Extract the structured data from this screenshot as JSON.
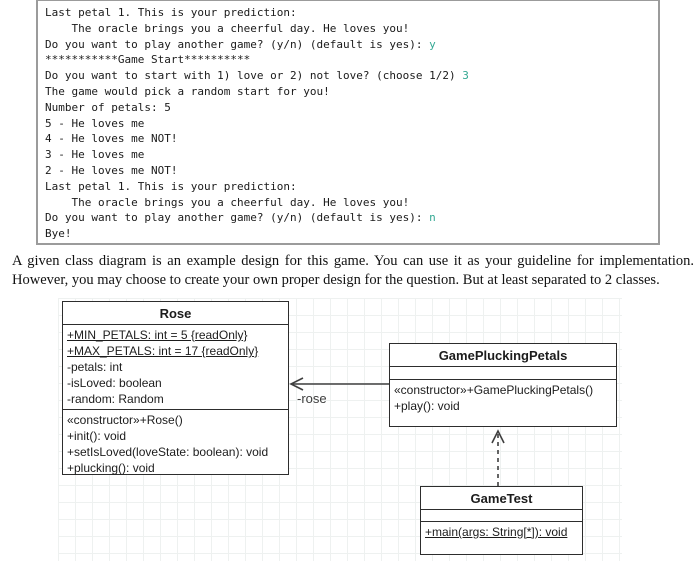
{
  "colors": {
    "input_text": "#34a893",
    "terminal_border": "#9b9b9b",
    "uml_border": "#2d2d2d",
    "arrow": "#3f3f3f"
  },
  "terminal": {
    "lines": [
      {
        "text": "Last petal 1. This is your prediction:"
      },
      {
        "text": "    The oracle brings you a cheerful day. He loves you!"
      },
      {
        "text": "Do you want to play another game? (y/n) (default is yes): ",
        "input": "y"
      },
      {
        "text": "***********Game Start**********"
      },
      {
        "text": "Do you want to start with 1) love or 2) not love? (choose 1/2) ",
        "input": "3"
      },
      {
        "text": "The game would pick a random start for you!"
      },
      {
        "text": "Number of petals: 5"
      },
      {
        "text": "5 - He loves me"
      },
      {
        "text": "4 - He loves me NOT!"
      },
      {
        "text": "3 - He loves me"
      },
      {
        "text": "2 - He loves me NOT!"
      },
      {
        "text": "Last petal 1. This is your prediction:"
      },
      {
        "text": "    The oracle brings you a cheerful day. He loves you!"
      },
      {
        "text": "Do you want to play another game? (y/n) (default is yes): ",
        "input": "n"
      },
      {
        "text": "Bye!"
      }
    ]
  },
  "description": {
    "text": "A given class diagram is an example design for this game. You can use it as your guideline for implementation. However, you may choose to create your own proper design for the question.  But at least separated to 2 classes."
  },
  "diagram": {
    "classes": [
      {
        "name": "Rose",
        "attributes": [
          {
            "text": "+MIN_PETALS: int = 5 {readOnly}",
            "underline": true
          },
          {
            "text": "+MAX_PETALS: int = 17 {readOnly}",
            "underline": true
          },
          {
            "text": "-petals: int",
            "underline": false
          },
          {
            "text": "-isLoved: boolean",
            "underline": false
          },
          {
            "text": "-random: Random",
            "underline": false
          }
        ],
        "methods": [
          {
            "text": "«constructor»+Rose()",
            "underline": false
          },
          {
            "text": "+init(): void",
            "underline": false
          },
          {
            "text": "+setIsLoved(loveState: boolean): void",
            "underline": false
          },
          {
            "text": "+plucking(): void",
            "underline": false
          }
        ]
      },
      {
        "name": "GamePluckingPetals",
        "attributes": [],
        "methods": [
          {
            "text": "«constructor»+GamePluckingPetals()",
            "underline": false
          },
          {
            "text": "+play(): void",
            "underline": false
          }
        ]
      },
      {
        "name": "GameTest",
        "attributes": [],
        "methods": [
          {
            "text": "+main(args: String[*]): void",
            "underline": true
          }
        ]
      }
    ],
    "association_label": "-rose"
  }
}
